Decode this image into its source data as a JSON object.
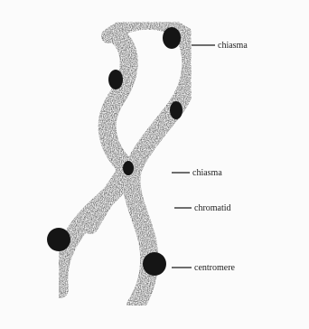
{
  "labels": {
    "chiasma_top": "chiasma",
    "chiasma_middle": "chiasma",
    "chromatid": "chromatid",
    "centromere": "centromere"
  },
  "colors": {
    "background": "#fbfbfb",
    "ink": "#1a1a1a",
    "strand": "#bdbdbd",
    "label": "#222222"
  }
}
